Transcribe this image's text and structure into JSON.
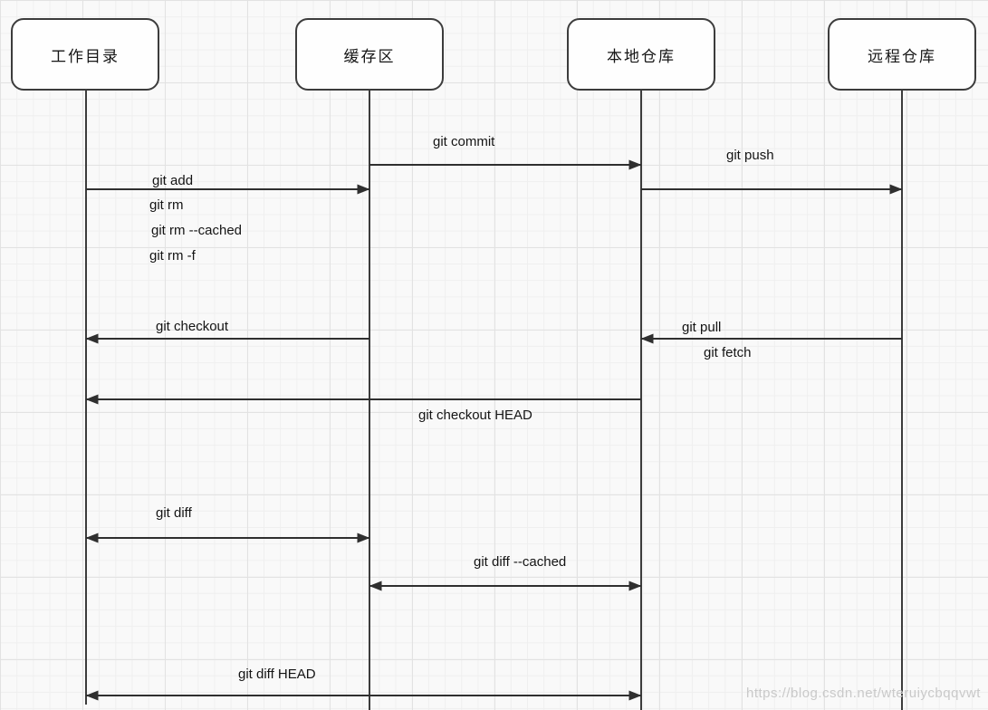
{
  "diagram": {
    "type": "sequence",
    "actors": [
      {
        "id": "working-directory",
        "label": "工作目录"
      },
      {
        "id": "staging-area",
        "label": "缓存区"
      },
      {
        "id": "local-repository",
        "label": "本地仓库"
      },
      {
        "id": "remote-repository",
        "label": "远程仓库"
      }
    ],
    "messages": [
      {
        "label": "git commit",
        "from": "staging-area",
        "to": "local-repository",
        "direction": "right"
      },
      {
        "label": "git push",
        "from": "local-repository",
        "to": "remote-repository",
        "direction": "right"
      },
      {
        "label": "git add",
        "from": "working-directory",
        "to": "staging-area",
        "direction": "right",
        "also": [
          "git rm",
          "git rm --cached",
          "git rm -f"
        ]
      },
      {
        "label": "git checkout",
        "from": "staging-area",
        "to": "working-directory",
        "direction": "left"
      },
      {
        "label": "git pull",
        "from": "remote-repository",
        "to": "local-repository",
        "direction": "left",
        "also": [
          "git fetch"
        ]
      },
      {
        "label": "git checkout HEAD",
        "from": "local-repository",
        "to": "working-directory",
        "direction": "left"
      },
      {
        "label": "git diff",
        "from": "working-directory",
        "to": "staging-area",
        "direction": "both"
      },
      {
        "label": "git diff --cached",
        "from": "staging-area",
        "to": "local-repository",
        "direction": "both"
      },
      {
        "label": "git diff HEAD",
        "from": "working-directory",
        "to": "local-repository",
        "direction": "both"
      }
    ],
    "colors": {
      "line": "#2f2f2f",
      "box_border": "#3c3c3c",
      "box_fill": "#fefefe",
      "watermark": "#c9c9c9"
    }
  },
  "page": {
    "watermark": "https://blog.csdn.net/wteruiycbqqvwt"
  }
}
